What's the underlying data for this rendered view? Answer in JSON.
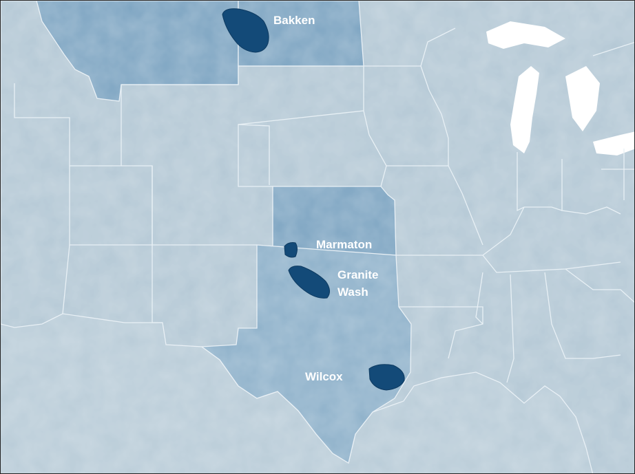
{
  "map": {
    "labels": {
      "bakken": "Bakken",
      "marmaton": "Marmaton",
      "granite_wash_line1": "Granite",
      "granite_wash_line2": "Wash",
      "wilcox": "Wilcox"
    },
    "colors": {
      "base_states": "#b4c8d5",
      "highlight_states": "#7ea5c2",
      "play_areas": "#134a78",
      "borders": "#e6eef4",
      "label_text": "#ffffff"
    }
  }
}
